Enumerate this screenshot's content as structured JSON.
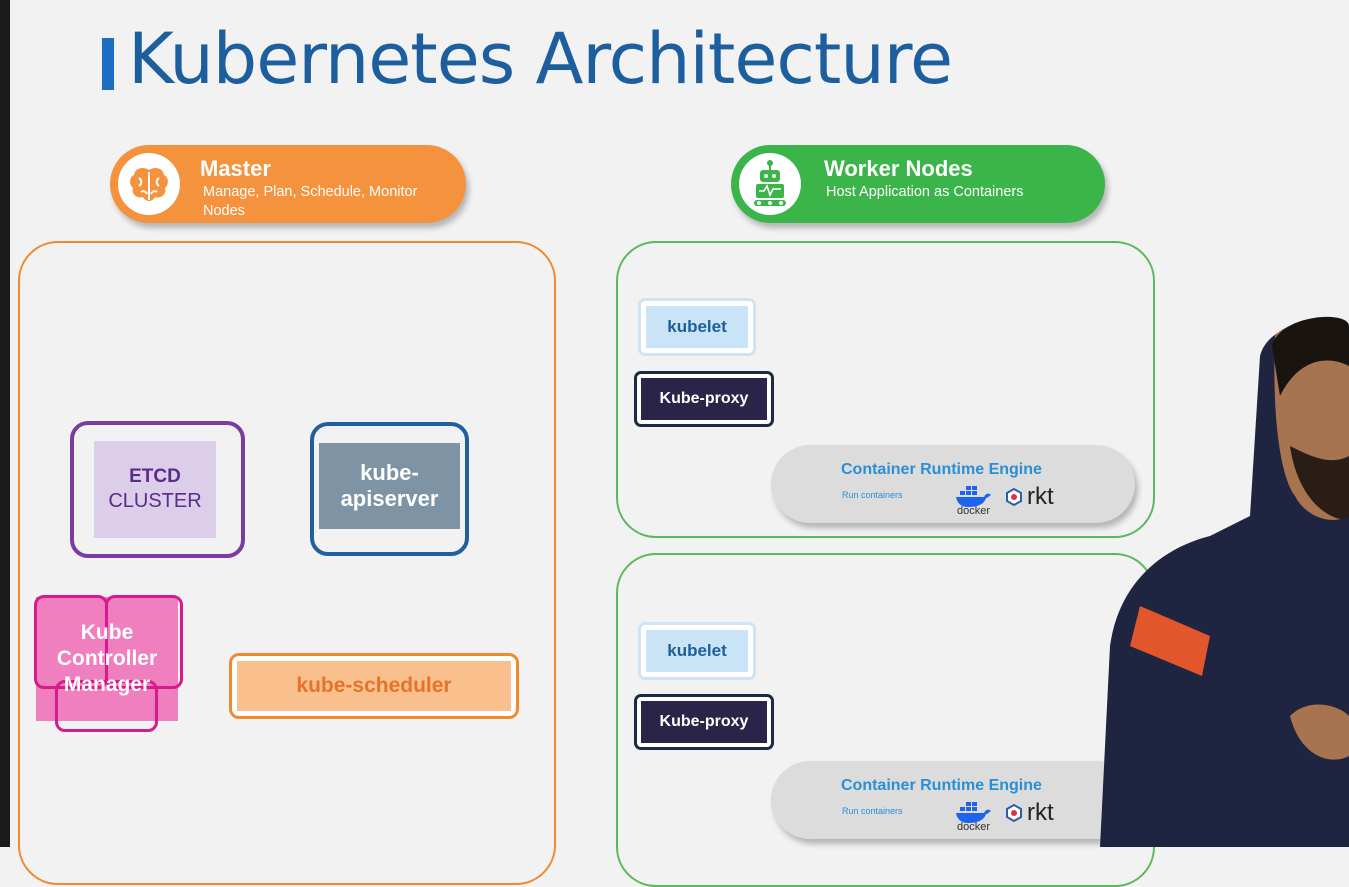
{
  "title": "Kubernetes Architecture",
  "master": {
    "title": "Master",
    "subtitle": "Manage, Plan, Schedule, Monitor Nodes",
    "icon": "brain-icon",
    "color": "#f5923e"
  },
  "workers": {
    "title": "Worker Nodes",
    "subtitle": "Host Application as Containers",
    "icon": "robot-icon",
    "color": "#3bb54a"
  },
  "components": {
    "etcd_line1": "ETCD",
    "etcd_line2": "CLUSTER",
    "apiserver": "kube-\napiserver",
    "controller_manager": "Kube\nController\nManager",
    "scheduler": "kube-scheduler"
  },
  "nodes": [
    {
      "kubelet": "kubelet",
      "kube_proxy": "Kube-proxy",
      "runtime_title": "Container Runtime Engine",
      "runtime_sub": "Run containers",
      "docker_label": "docker",
      "rkt_label": "rkt"
    },
    {
      "kubelet": "kubelet",
      "kube_proxy": "Kube-proxy",
      "runtime_title": "Container Runtime Engine",
      "runtime_sub": "Run containers",
      "docker_label": "docker",
      "rkt_label": "rkt"
    }
  ]
}
